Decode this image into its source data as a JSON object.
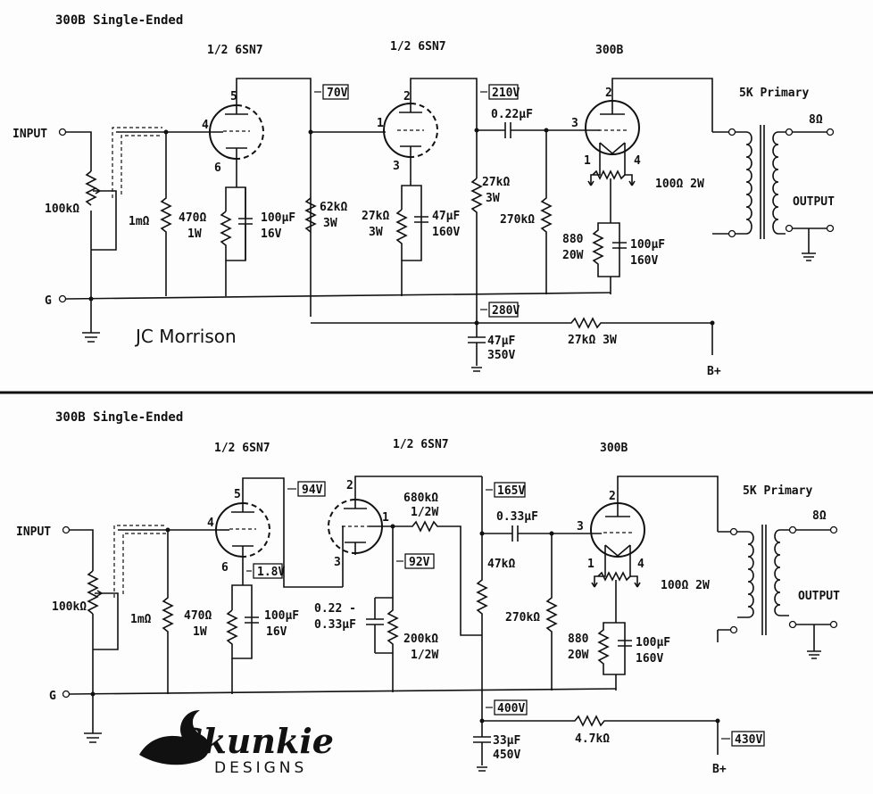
{
  "schematics": [
    {
      "title": "300B Single-Ended",
      "credit": "JC Morrison",
      "stage1_tube": "1/2 6SN7",
      "stage2_tube": "1/2 6SN7",
      "output_tube": "300B",
      "transformer": "5K Primary",
      "input_label": "INPUT",
      "ground_label": "G",
      "output_label": "OUTPUT",
      "speaker_ohms": "8Ω",
      "bplus_label": "B+",
      "pot": "100kΩ",
      "grid_resistor": "1mΩ",
      "cathode1_r": "470Ω",
      "cathode1_r_w": "1W",
      "cathode1_c": "100μF",
      "cathode1_c_v": "16V",
      "plate1_r": "62kΩ",
      "plate1_r_w": "3W",
      "cathode2_r": "27kΩ",
      "cathode2_r_w": "3W",
      "cathode2_c": "47μF",
      "cathode2_c_v": "160V",
      "plate2_r": "27kΩ",
      "plate2_r_w": "3W",
      "coupling_c": "0.22μF",
      "grid3_r": "270kΩ",
      "hum_pot": "100Ω 2W",
      "cathode3_r": "880",
      "cathode3_r_w": "20W",
      "cathode3_c": "100μF",
      "cathode3_c_v": "160V",
      "filter_c": "47μF",
      "filter_c_v": "350V",
      "dropping_r": "27kΩ 3W",
      "v_plate1": "70V",
      "v_plate2": "210V",
      "v_supply": "280V"
    },
    {
      "title": "300B Single-Ended",
      "stage1_tube": "1/2 6SN7",
      "stage2_tube": "1/2 6SN7",
      "output_tube": "300B",
      "transformer": "5K Primary",
      "input_label": "INPUT",
      "ground_label": "G",
      "output_label": "OUTPUT",
      "speaker_ohms": "8Ω",
      "bplus_label": "B+",
      "pot": "100kΩ",
      "grid_resistor": "1mΩ",
      "cathode1_r": "470Ω",
      "cathode1_r_w": "1W",
      "cathode1_c": "100μF",
      "cathode1_c_v": "16V",
      "stopper_r": "680kΩ",
      "stopper_r_w": "1/2W",
      "bypass_c_a": "0.22 -",
      "bypass_c_b": "0.33μF",
      "cathode2_r": "200kΩ",
      "cathode2_r_w": "1/2W",
      "plate2_r": "47kΩ",
      "coupling_c": "0.33μF",
      "grid3_r": "270kΩ",
      "hum_pot": "100Ω 2W",
      "cathode3_r": "880",
      "cathode3_r_w": "20W",
      "cathode3_c": "100μF",
      "cathode3_c_v": "160V",
      "filter_c": "33μF",
      "filter_c_v": "450V",
      "dropping_r": "4.7kΩ",
      "v_plate1": "94V",
      "v_cathode1": "1.8V",
      "v_plate2": "165V",
      "v_cathode2": "92V",
      "v_supply": "400V",
      "v_bplus": "430V"
    }
  ],
  "logo": {
    "brand": "Skunkie",
    "sub": "DESIGNS"
  }
}
